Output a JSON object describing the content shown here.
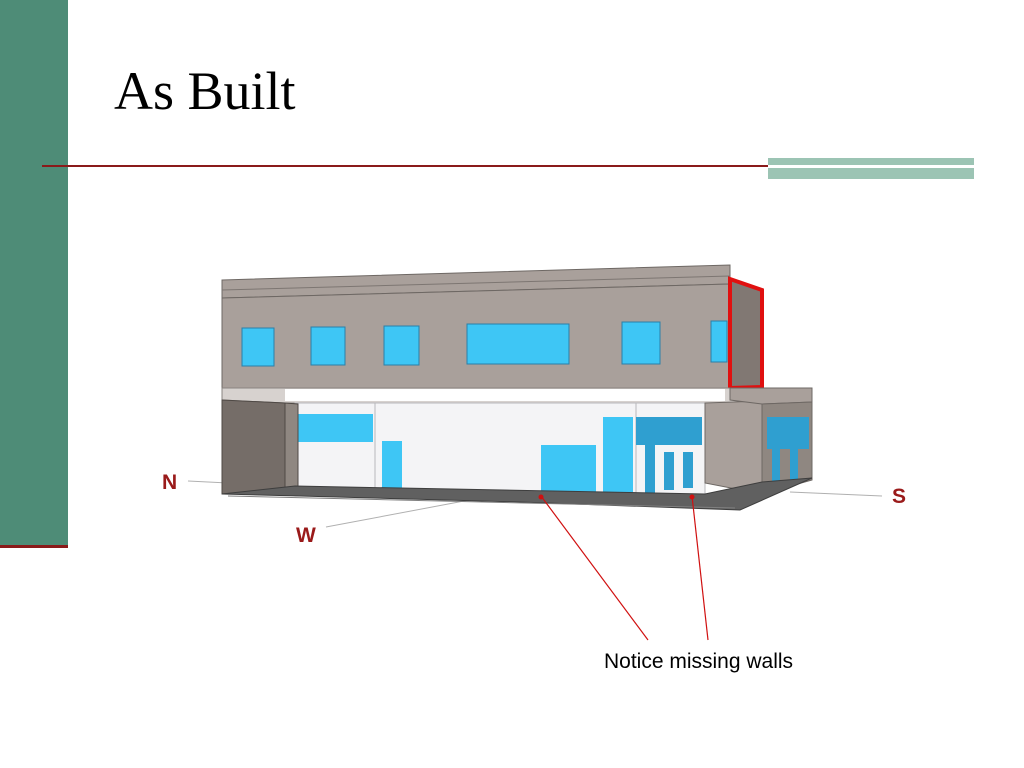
{
  "slide": {
    "title": "As Built",
    "caption": "Notice missing walls"
  },
  "compass": {
    "north": "N",
    "west": "W",
    "south": "S"
  },
  "colors": {
    "sidebar": "#4e8c77",
    "rule": "#8a1a1a",
    "accent": "#9cc4b4",
    "window": "#3ec6f5",
    "wall": "#a9a09b",
    "highlight": "#e01010",
    "label": "#9a1a1a"
  }
}
